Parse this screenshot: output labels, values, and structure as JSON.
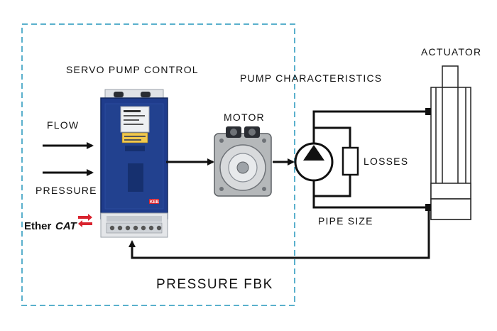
{
  "labels": {
    "servo_pump_control": "SERVO PUMP CONTROL",
    "pump_characteristics": "PUMP CHARACTERISTICS",
    "motor": "MOTOR",
    "actuator": "ACTUATOR",
    "flow": "FLOW",
    "pressure": "PRESSURE",
    "losses": "LOSSES",
    "pipe_size": "PIPE SIZE",
    "pressure_fbk": "PRESSURE FBK"
  },
  "logos": {
    "ethercat_prefix": "Ether",
    "ethercat_suffix": "CAT",
    "keb": "KEB"
  },
  "colors": {
    "dashed_border": "#5ab0cc",
    "drive_body": "#1f3c8c",
    "drive_dark": "#16306f",
    "logo_red": "#d9232e",
    "motor_gray": "#b5b8ba"
  }
}
